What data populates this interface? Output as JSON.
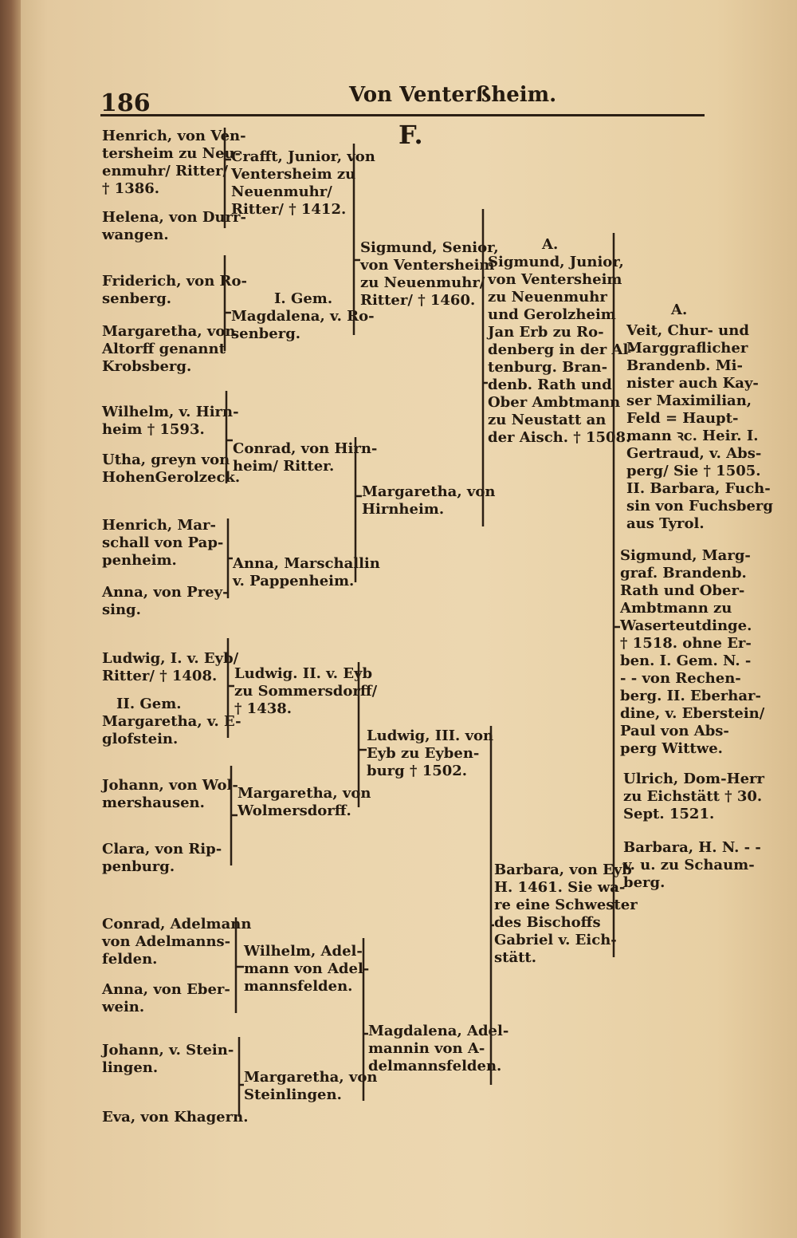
{
  "header": {
    "page_number": "186",
    "running_title": "Von Venterßheim.",
    "section_letter": "F."
  },
  "col1": {
    "henrich_venterssheim": "Henrich, von Ven-\ntersheim zu Neu-\nenmuhr/ Ritter/\n† 1386.",
    "helena_durrwangen": "Helena, von Durr-\nwangen.",
    "friderich_rosenberg": "Friderich, von Ro-\nsenberg.",
    "margaretha_altorff": "Margaretha, von\nAltorff genannt\nKrobsberg.",
    "wilhelm_hirnheim": "Wilhelm, v. Hirn-\nheim † 1593.",
    "utha_hohengerolzeck": "Utha, greyn von\nHohenGerolzeck.",
    "henrich_pappenheim": "Henrich, Mar-\nschall von Pap-\npenheim.",
    "anna_preysing": "Anna, von Prey-\nsing.",
    "ludwig_eyb": "Ludwig, I. v. Eyb/\nRitter/ † 1408.",
    "ii_gem": "II. Gem.",
    "margaretha_eglofstein": "Margaretha, v. E-\nglofstein.",
    "johann_wolmershausen": "Johann, von Wol-\nmershausen.",
    "clara_rippenburg": "Clara, von Rip-\npenburg.",
    "conrad_adelmann": "Conrad, Adelmann\nvon Adelmanns-\nfelden.",
    "anna_eberwein": "Anna, von Eber-\nwein.",
    "johann_steinlingen": "Johann, v. Stein-\nlingen.",
    "eva_khagern": "Eva, von Khagern."
  },
  "col2": {
    "crafft_junior": "Crafft, Junior, von\nVentersheim zu\nNeuenmuhr/\nRitter/ † 1412.",
    "i_gem": "I. Gem.",
    "magdalena_rosenberg": "Magdalena, v. Ro-\nsenberg.",
    "conrad_hirnheim": "Conrad, von Hirn-\nheim/ Ritter.",
    "anna_marschallin": "Anna, Marschallin\nv. Pappenheim.",
    "ludwig_ii": "Ludwig. II. v. Eyb\nzu Sommersdorff/\n† 1438.",
    "margaretha_wolmersdorff": "Margaretha, von\nWolmersdorff.",
    "wilhelm_adelmann": "Wilhelm, Adel-\nmann von Adel-\nmannsfelden.",
    "margaretha_steinlingen": "Margaretha, von\nSteinlingen."
  },
  "col3": {
    "sigmund_senior": "Sigmund, Senior,\nvon Ventersheim\nzu Neuenmuhr/\nRitter/ † 1460.",
    "margaretha_hirnheim": "Margaretha, von\nHirnheim.",
    "ludwig_iii": "Ludwig, III. von\nEyb zu Eyben-\nburg † 1502.",
    "magdalena_adelmannin": "Magdalena, Adel-\nmannin von A-\ndelmannsfelden."
  },
  "col4": {
    "a_mark": "A.",
    "sigmund_junior": "Sigmund, Junior,\nvon Ventersheim\nzu Neuenmuhr\nund Gerolzheim\nJan Erb zu Ro-\ndenberg in der Al-\ntenburg. Bran-\ndenb. Rath und\nOber Ambtmann\nzu Neustatt an\nder Aisch. † 1508.",
    "barbara_eyb": "Barbara, von Eyb\nH. 1461. Sie wa-\nre eine Schwester\ndes Bischoffs\nGabriel v. Eich-\nstätt."
  },
  "col5": {
    "a_mark": "A.",
    "veit": "Veit, Chur- und\nMarggraflicher\nBrandenb. Mi-\nnister auch Kay-\nser Maximilian,\nFeld = Haupt-\nmann ꝛc. Heir. I.\nGertraud, v. Abs-\nperg/ Sie † 1505.\nII. Barbara, Fuch-\nsin von Fuchsberg\naus Tyrol.",
    "sigmund_marggraf": "Sigmund, Marg-\ngraf. Brandenb.\nRath und Ober-\nAmbtmann zu\nWaserteutdinge.\n† 1518. ohne Er-\nben. I. Gem. N. -\n- - von Rechen-\nberg. II. Eberhar-\ndine, v. Eberstein/\nPaul von Abs-\nperg Wittwe.",
    "ulrich_dom": "Ulrich, Dom-Herr\nzu Eichstätt † 30.\nSept. 1521.",
    "barbara_schaumberg": "Barbara, H. N. - -\nv. u. zu Schaum-\nberg."
  }
}
